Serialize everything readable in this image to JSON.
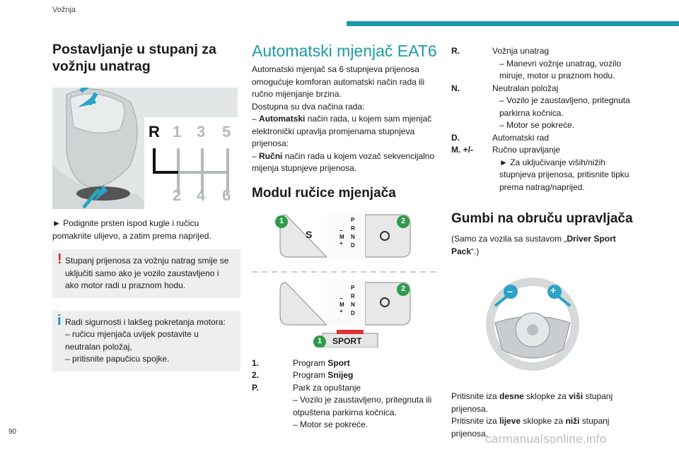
{
  "header": {
    "section": "Vožnja",
    "page_number": "90",
    "watermark": "carmanualsonline.info"
  },
  "col1": {
    "title": "Postavljanje u stupanj za vožnju unatrag",
    "gear_pattern": {
      "top": [
        "R",
        "1",
        "3",
        "5"
      ],
      "bottom": [
        "2",
        "4",
        "6"
      ]
    },
    "instruction": "► Podignite prsten ispod kugle i ručicu pomaknite ulijevo, a zatim prema naprijed.",
    "warning": "Stupanj prijenosa za vožnju natrag smije se uključiti samo ako je vozilo zaustavljeno i ako motor radi u praznom hodu.",
    "info_lines": [
      "Radi sigurnosti i lakšeg pokretanja motora:",
      "– ručicu mjenjača uvijek postavite u neutralan položaj,",
      "– pritisnite papučicu spojke."
    ]
  },
  "col2": {
    "title": "Automatski mjenjač EAT6",
    "intro": "Automatski mjenjač sa 6 stupnjeva prijenosa omogućuje komforan automatski način rada ili ručno mijenjanje brzina.",
    "modes_intro": "Dostupna su dva načina rada:",
    "mode_auto_label": "Automatski",
    "mode_auto_text": " način rada, u kojem sam mjenjač elektronički upravlja promjenama stupnjeva prijenosa:",
    "mode_manual_label": "Ručni",
    "mode_manual_text": " način rada u kojem vozač sekvencijalno mijenja stupnjeve prijenosa.",
    "dash": "–",
    "module_title": "Modul ručice mjenjača",
    "panel_letters": [
      "P",
      "R",
      "N",
      "D"
    ],
    "panel_side": [
      "M",
      "–",
      "+"
    ],
    "s_label": "S",
    "sport_label": "SPORT",
    "badge1": "1",
    "badge2": "2",
    "list": [
      {
        "key": "1.",
        "pre": "Program ",
        "bold": "Sport"
      },
      {
        "key": "2.",
        "pre": "Program ",
        "bold": "Snijeg"
      },
      {
        "key": "P.",
        "pre": "Park za opuštanje",
        "bold": ""
      }
    ],
    "park_lines": [
      "– Vozilo je zaustavljeno, pritegnuta ili otpuštena parkirna kočnica.",
      "– Motor se pokreće."
    ]
  },
  "col3": {
    "rows": [
      {
        "key": "R.",
        "title": "Vožnja unatrag",
        "lines": [
          "– Manevri vožnje unatrag, vozilo miruje, motor u praznom hodu."
        ]
      },
      {
        "key": "N.",
        "title": "Neutralan položaj",
        "lines": [
          "– Vozilo je zaustavljeno, pritegnuta parkirna kočnica.",
          "– Motor se pokreće."
        ]
      },
      {
        "key": "D.",
        "title": "Automatski rad",
        "lines": []
      },
      {
        "key": "M. +/-",
        "title": "Ručno upravljanje",
        "lines": [
          "► Za uključivanje viših/nižih stupnjeva prijenosa, pritisnite tipku prema natrag/naprijed."
        ]
      }
    ],
    "paddles_title": "Gumbi na obruču upravljača",
    "paddles_note_pre": "(Samo za vozila sa sustavom „",
    "paddles_note_bold": "Driver Sport Pack",
    "paddles_note_post": "“.)",
    "right_pre": "Pritisnite iza ",
    "right_b1": "desne",
    "right_mid": " sklopke za ",
    "right_b2": "viši",
    "right_post": " stupanj prijenosa.",
    "left_pre": "Pritisnite iza ",
    "left_b1": "lijeve",
    "left_mid": " sklopke za ",
    "left_b2": "niži",
    "left_post": " stupanj prijenosa.",
    "minus_sign": "–",
    "plus_sign": "+"
  }
}
